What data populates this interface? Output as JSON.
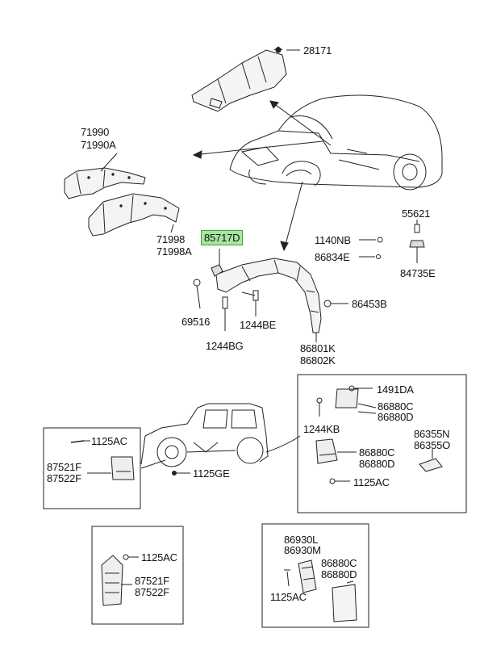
{
  "highlight_color": "#a8e6a0",
  "highlight_border": "#3aa53a",
  "labels": {
    "p28171": "28171",
    "p71990": "71990",
    "p71990a": "71990A",
    "p71998": "71998",
    "p71998a": "71998A",
    "p85717d": "85717D",
    "p55621": "55621",
    "p1140nb": "1140NB",
    "p86834e": "86834E",
    "p84735e": "84735E",
    "p69516": "69516",
    "p1244be": "1244BE",
    "p86453b": "86453B",
    "p1244bg": "1244BG",
    "p86801k": "86801K",
    "p86802k": "86802K",
    "p1491da": "1491DA",
    "p86880c_a": "86880C",
    "p86880d_a": "86880D",
    "p1244kb": "1244KB",
    "p86355n": "86355N",
    "p86355o": "86355O",
    "p86880c_b": "86880C",
    "p86880d_b": "86880D",
    "p1125ac_a": "1125AC",
    "p1125ac_b": "1125AC",
    "p87521f_a": "87521F",
    "p87522f_a": "87522F",
    "p1125ge": "1125GE",
    "p1125ac_c": "1125AC",
    "p87521f_b": "87521F",
    "p87522f_b": "87522F",
    "p86930l": "86930L",
    "p86930m": "86930M",
    "p86880c_c": "86880C",
    "p86880d_c": "86880D",
    "p1125ac_d": "1125AC"
  }
}
